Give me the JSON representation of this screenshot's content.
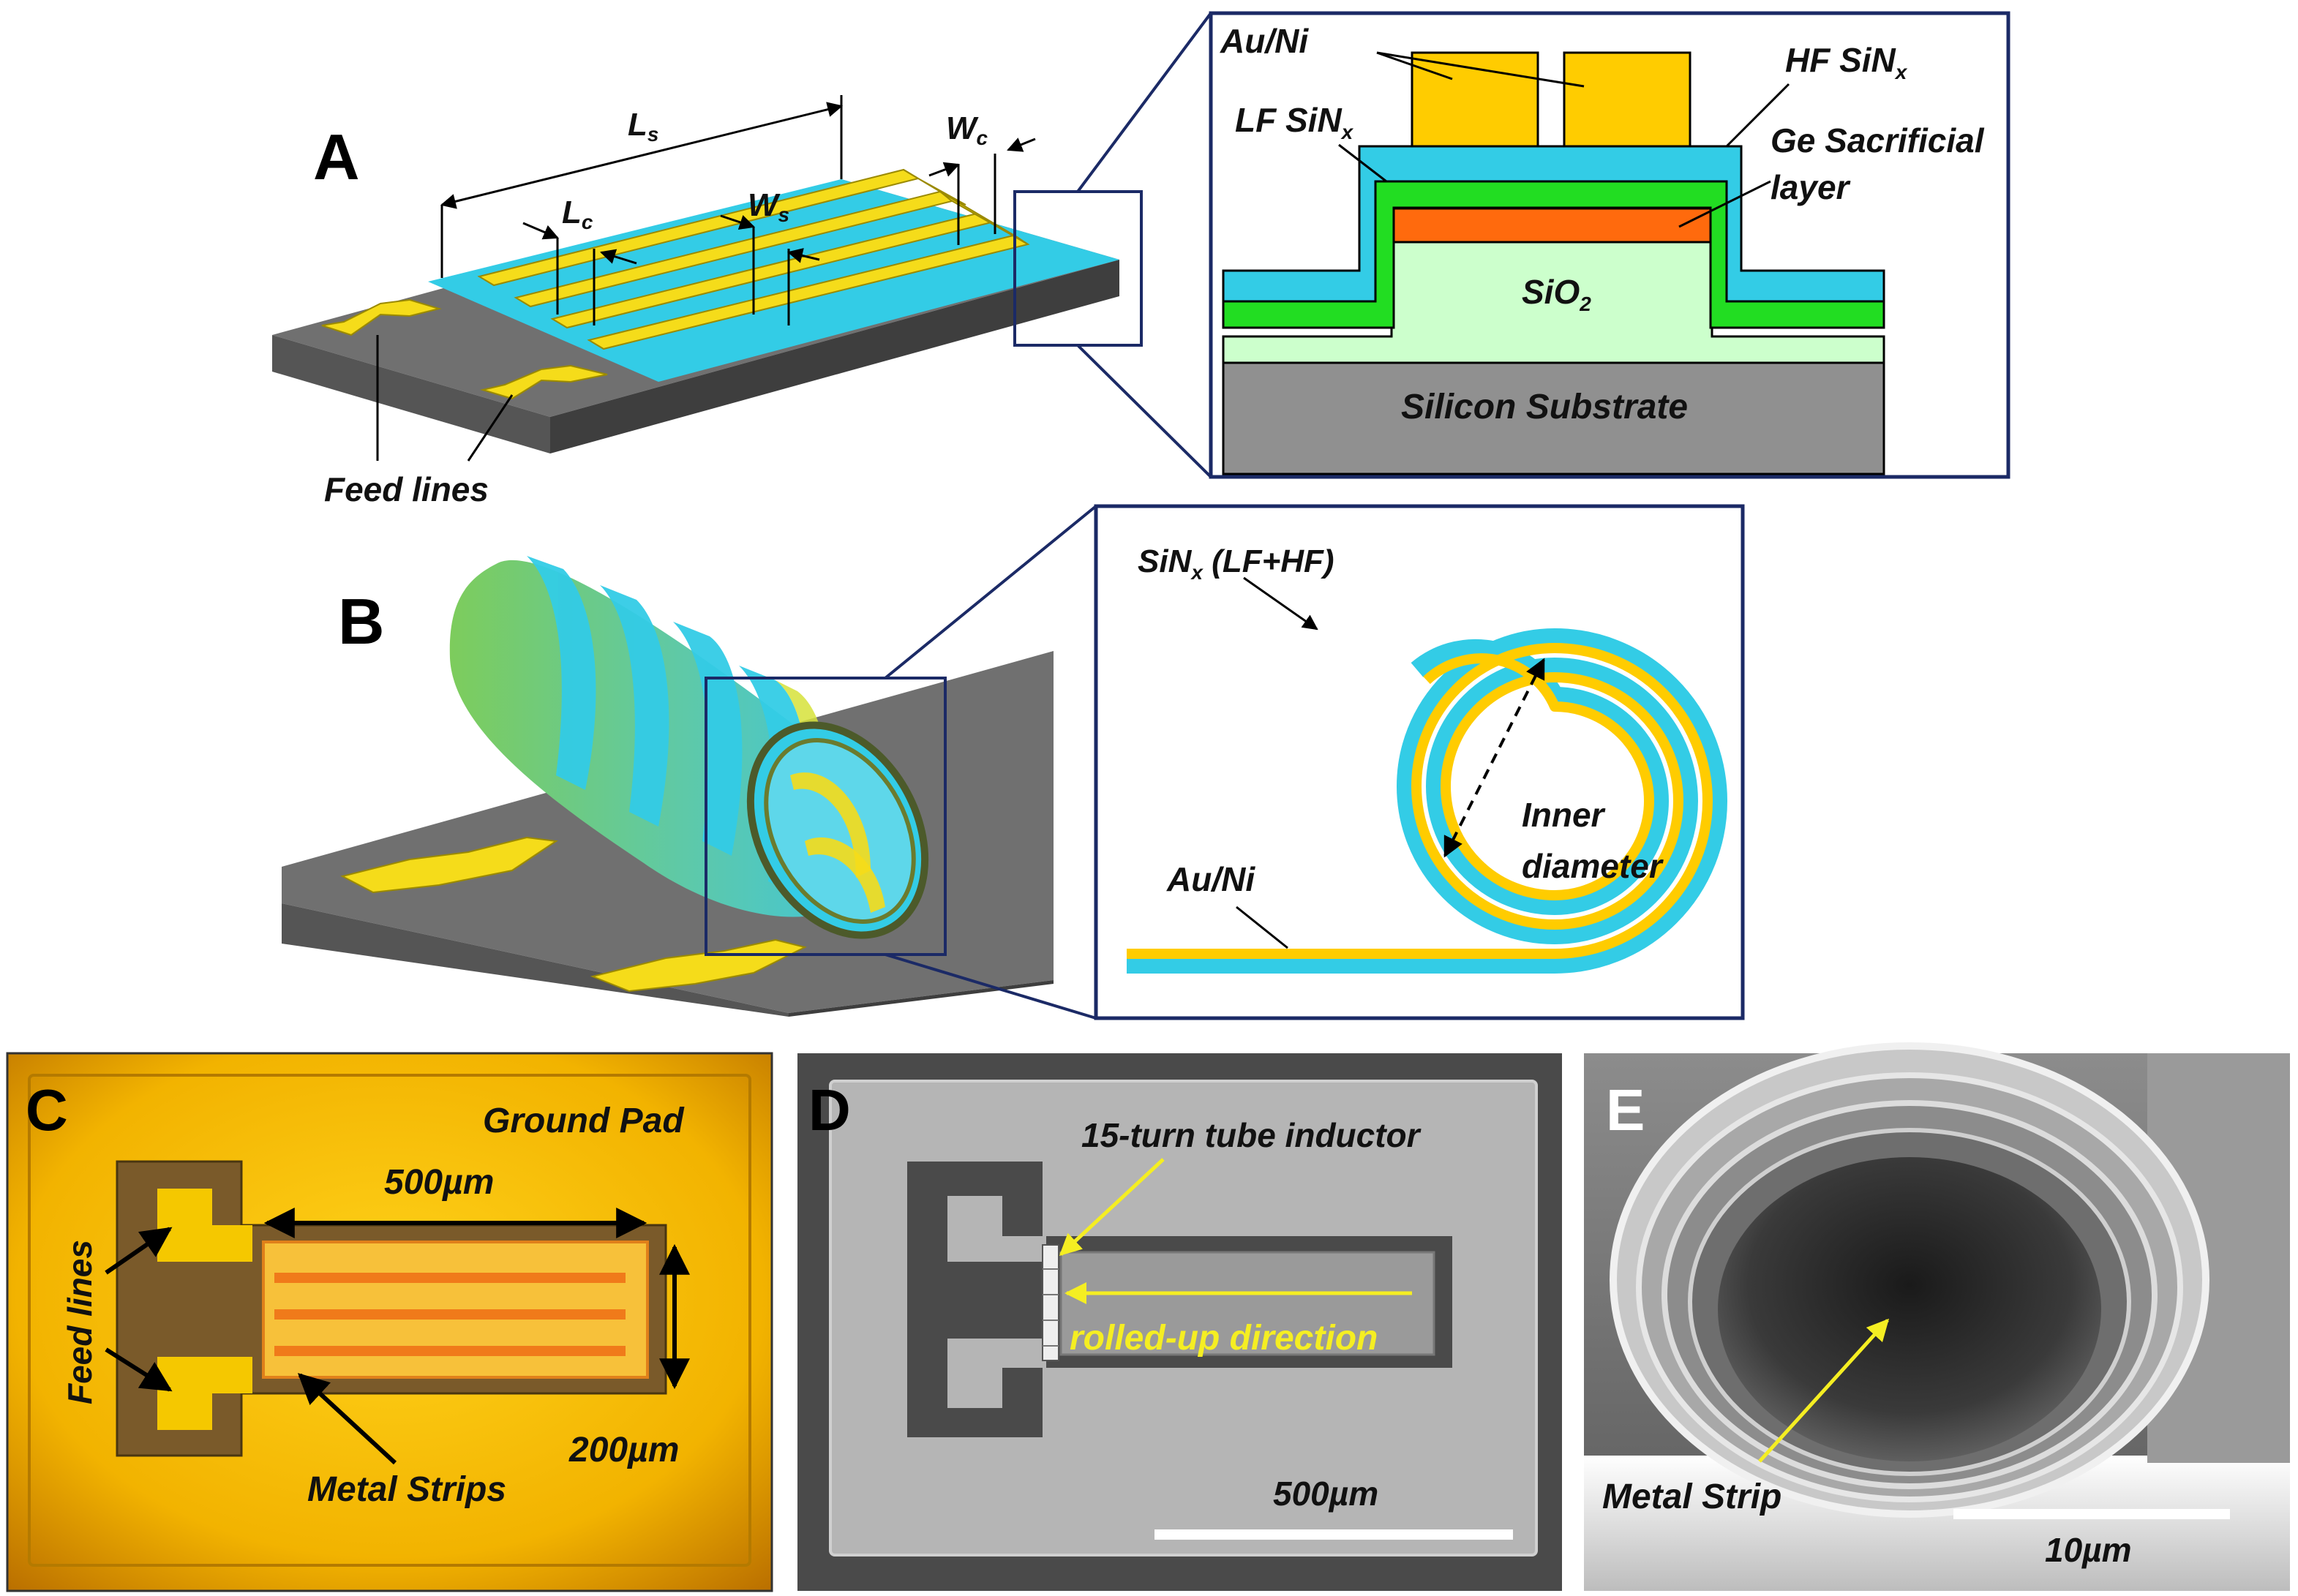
{
  "panels": {
    "a": {
      "letter": "A",
      "ls": "L",
      "ls_sub": "s",
      "wc": "W",
      "wc_sub": "c",
      "lc": "L",
      "lc_sub": "c",
      "ws": "W",
      "ws_sub": "s",
      "feed_lines": "Feed lines",
      "inset": {
        "au_ni": "Au/Ni",
        "hf_sinx": "HF SiN",
        "hf_sub": "x",
        "lf_sinx": "LF SiN",
        "lf_sub": "x",
        "ge_line1": "Ge Sacrificial",
        "ge_line2": "layer",
        "sio2": "SiO",
        "sio2_sub": "2",
        "substrate": "Silicon Substrate"
      }
    },
    "b": {
      "letter": "B",
      "inset": {
        "sinx": "SiN",
        "sinx_sub": "x",
        "sinx_suffix": " (LF+HF)",
        "inner_line1": "Inner",
        "inner_line2": "diameter",
        "au_ni": "Au/Ni"
      }
    },
    "c": {
      "letter": "C",
      "ground_pad": "Ground Pad",
      "length": "500µm",
      "feed_lines": "Feed lines",
      "width": "200µm",
      "metal_strips": "Metal Strips"
    },
    "d": {
      "letter": "D",
      "tube": "15-turn tube inductor",
      "direction": "rolled-up direction",
      "scale": "500µm"
    },
    "e": {
      "letter": "E",
      "metal_strip": "Metal Strip",
      "scale": "10µm"
    }
  },
  "colors": {
    "cyan": "#33cce6",
    "yellow": "#f5dc1a",
    "gold": "#ffcc00",
    "green": "#22dd22",
    "orange": "#ff6a0d",
    "sio2": "#ccffcc",
    "substrate": "#909090",
    "navy": "#1b2a66"
  }
}
